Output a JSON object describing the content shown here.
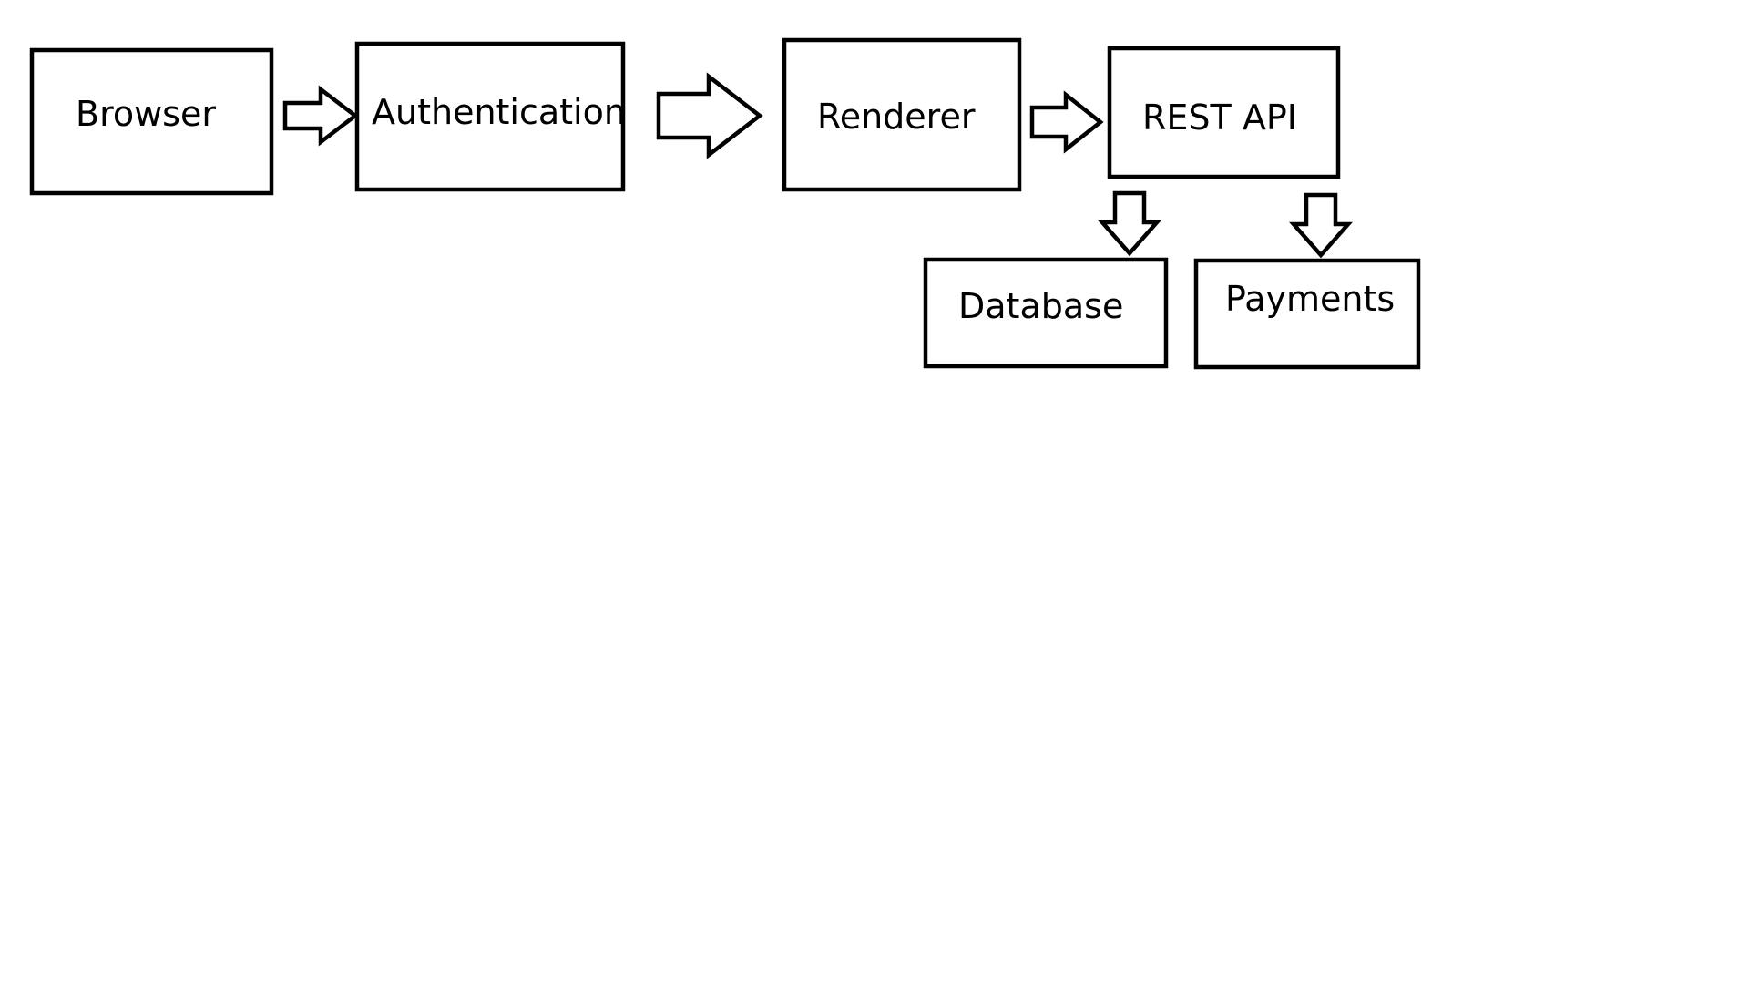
{
  "diagram": {
    "colors": {
      "background": "#ffffff",
      "stroke": "#000000",
      "text": "#000000"
    },
    "nodes": {
      "browser": {
        "label": "Browser"
      },
      "authentication": {
        "label": "Authentication"
      },
      "renderer": {
        "label": "Renderer"
      },
      "rest_api": {
        "label": "REST API"
      },
      "database": {
        "label": "Database"
      },
      "payments": {
        "label": "Payments"
      }
    },
    "edges": [
      {
        "from": "Browser",
        "to": "Authentication",
        "style": "block-arrow-right"
      },
      {
        "from": "Authentication",
        "to": "Renderer",
        "style": "block-arrow-right"
      },
      {
        "from": "Renderer",
        "to": "REST API",
        "style": "block-arrow-right"
      },
      {
        "from": "REST API",
        "to": "Database",
        "style": "block-arrow-down"
      },
      {
        "from": "REST API",
        "to": "Payments",
        "style": "block-arrow-down"
      }
    ]
  }
}
